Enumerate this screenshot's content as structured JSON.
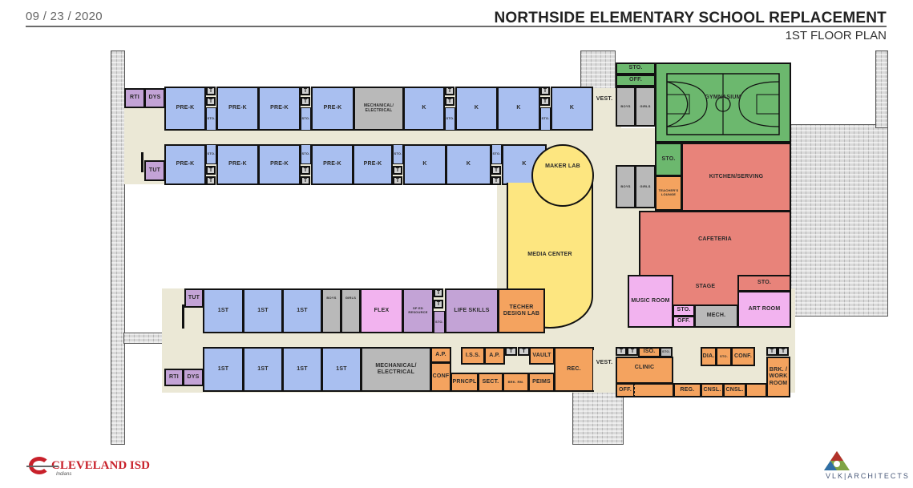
{
  "header": {
    "date": "09 / 23 / 2020",
    "title": "NORTHSIDE ELEMENTARY SCHOOL REPLACEMENT",
    "subtitle": "1ST FLOOR PLAN"
  },
  "colors": {
    "classroom": "#a9bff0",
    "support": "#c3a3d6",
    "service": "#b9b9b9",
    "flex_arts": "#f2b3ef",
    "admin": "#f4a35f",
    "dining": "#e8837a",
    "gym": "#6cb86e",
    "media": "#fde680",
    "corridor": "#ebe8d6"
  },
  "rooms": {
    "north_wing_top": [
      "RTI",
      "DYS",
      "PRE-K",
      "PRE-K",
      "PRE-K",
      "PRE-K",
      "MECHANICAL/ ELECTRICAL",
      "K",
      "K",
      "K",
      "K"
    ],
    "north_wing_bottom": [
      "TUT",
      "PRE-K",
      "PRE-K",
      "PRE-K",
      "PRE-K",
      "PRE-K",
      "K",
      "K",
      "K"
    ],
    "south_wing_top": [
      "TUT",
      "1ST",
      "1ST",
      "1ST",
      "BOYS",
      "GIRLS",
      "FLEX",
      "SP ED RESOURCE",
      "LIFE SKILLS",
      "TECHER DESIGN LAB"
    ],
    "south_wing_bottom": [
      "RTI",
      "DYS",
      "1ST",
      "1ST",
      "1ST",
      "1ST",
      "MECHANICAL/ ELECTRICAL"
    ],
    "admin": [
      "A.P.",
      "CONF",
      "I.S.S.",
      "A.P.",
      "VAULT",
      "PRNCPL",
      "SECT.",
      "BRK. RM.",
      "PEIMS",
      "REC."
    ],
    "media": [
      "MAKER LAB",
      "MEDIA CENTER"
    ],
    "east": [
      "STO.",
      "OFF.",
      "VEST.",
      "BOYS",
      "GIRLS",
      "GYMNASIUM",
      "STO.",
      "TEACHER'S LOUNGE",
      "KITCHEN/SERVING",
      "CAFETERIA",
      "STAGE",
      "MUSIC ROOM",
      "STO.",
      "OFF.",
      "MECH.",
      "STO.",
      "ART ROOM"
    ],
    "southeast": [
      "VEST.",
      "ISO.",
      "STO.",
      "CLINIC",
      "OFF.",
      "REG.",
      "CNSL.",
      "CNSL.",
      "DIA.",
      "STO.",
      "CONF.",
      "BRK. / WORK ROOM"
    ],
    "toilet": "T",
    "storage": "STO."
  },
  "labels": {
    "rti": "RTI",
    "dys": "DYS",
    "tut": "TUT",
    "prek": "PRE-K",
    "k": "K",
    "first": "1ST",
    "mech_elec": "MECHANICAL/ ELECTRICAL",
    "vest": "VEST.",
    "boys": "BOYS",
    "girls": "GIRLS",
    "sto": "STO.",
    "off": "OFF.",
    "gym": "GYMNASIUM",
    "teachers_lounge": "TEACHER'S LOUNGE",
    "kitchen": "KITCHEN/SERVING",
    "cafeteria": "CAFETERIA",
    "stage": "STAGE",
    "music": "MUSIC ROOM",
    "mech": "MECH.",
    "art": "ART ROOM",
    "maker": "MAKER LAB",
    "media": "MEDIA CENTER",
    "flex": "FLEX",
    "sped": "SP ED RESOURCE",
    "life": "LIFE SKILLS",
    "techer": "TECHER DESIGN LAB",
    "ap": "A.P.",
    "conf": "CONF",
    "iss": "I.S.S.",
    "vault": "VAULT",
    "prncpl": "PRNCPL",
    "sect": "SECT.",
    "brkrm": "BRK. RM.",
    "peims": "PEIMS",
    "rec": "REC.",
    "iso": "ISO.",
    "clinic": "CLINIC",
    "reg": "REG.",
    "cnsl": "CNSL.",
    "dia": "DIA.",
    "conf2": "CONF.",
    "brkwork": "BRK. / WORK ROOM",
    "t": "T"
  },
  "footer": {
    "client_logo": "CLEVELAND ISD",
    "client_tagline": "Indians",
    "architect_logo": "VLK|ARCHITECTS"
  }
}
